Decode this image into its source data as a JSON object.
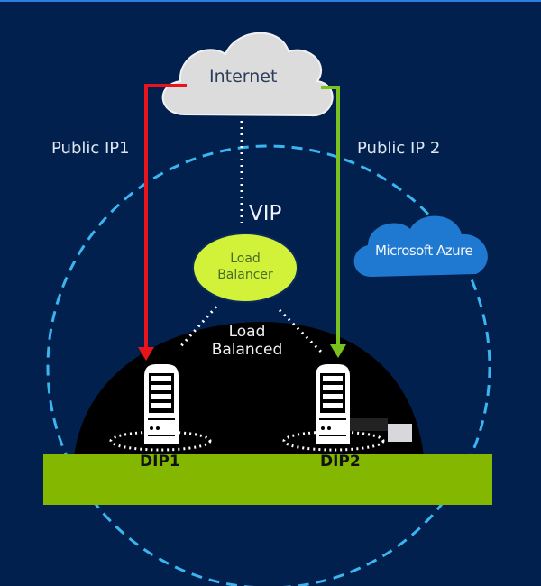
{
  "diagram": {
    "title": "Azure Load Balancer",
    "internet_label": "Internet",
    "public_ip1_label": "Public IP1",
    "public_ip2_label": "Public IP 2",
    "vip_label": "VIP",
    "load_balancer_label_line1": "Load",
    "load_balancer_label_line2": "Balancer",
    "load_balanced_line1": "Load",
    "load_balanced_line2": "Balanced",
    "azure_label": "Microsoft Azure",
    "dip1_label": "DIP1",
    "dip2_label": "DIP2",
    "colors": {
      "background": "#02204e",
      "internet_cloud": "#dcdcdc",
      "azure_cloud": "#1f79d0",
      "load_balancer": "#d2f23a",
      "platform": "#84b800",
      "ip1_arrow": "#e8141b",
      "ip2_arrow": "#7cc21e",
      "dashed_circle": "#3bb5ef"
    }
  }
}
